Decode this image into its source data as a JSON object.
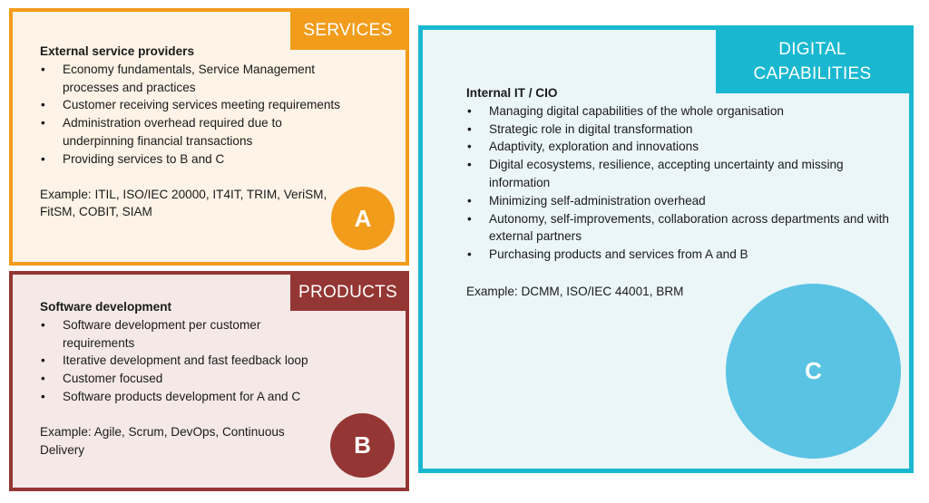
{
  "colors": {
    "services": "#f29c1c",
    "products": "#943633",
    "digital": "#19b8d0",
    "circle_c": "#5ac3e4"
  },
  "services": {
    "tag": "SERVICES",
    "heading": "External service providers",
    "items": [
      "Economy fundamentals, Service Management processes and practices",
      "Customer receiving services meeting requirements",
      "Administration overhead required due to underpinning financial transactions",
      "Providing services to B and C"
    ],
    "example": "Example: ITIL, ISO/IEC 20000, IT4IT, TRIM, VeriSM, FitSM, COBIT, SIAM",
    "circle_label": "A"
  },
  "products": {
    "tag": "PRODUCTS",
    "heading": "Software development",
    "items": [
      "Software development per customer requirements",
      "Iterative development and fast feedback loop",
      "Customer focused",
      "Software products development for A and C"
    ],
    "example": "Example: Agile, Scrum, DevOps, Continuous Delivery",
    "circle_label": "B"
  },
  "digital": {
    "tag_line1": "DIGITAL",
    "tag_line2": "CAPABILITIES",
    "heading": "Internal IT / CIO",
    "items": [
      "Managing digital capabilities of the whole organisation",
      "Strategic role in digital transformation",
      "Adaptivity, exploration and innovations",
      "Digital ecosystems, resilience, accepting uncertainty and missing information",
      "Minimizing self-administration overhead",
      "Autonomy, self-improvements, collaboration across departments and with external partners",
      "Purchasing products and services from A and B"
    ],
    "example": "Example: DCMM, ISO/IEC 44001, BRM",
    "circle_label": "C"
  }
}
